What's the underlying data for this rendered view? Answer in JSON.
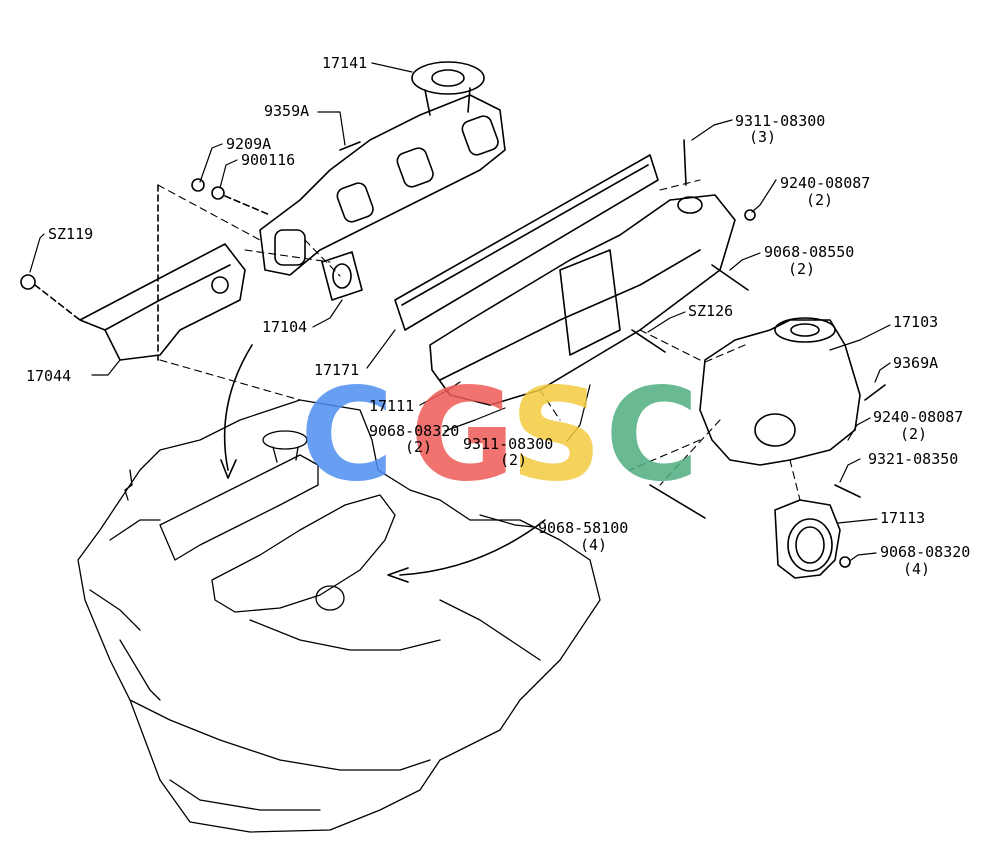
{
  "watermark": {
    "letters": [
      {
        "char": "C",
        "color": "#4f8ff0"
      },
      {
        "char": "G",
        "color": "#ee5b57"
      },
      {
        "char": "S",
        "color": "#f3cb3f"
      },
      {
        "char": "C",
        "color": "#4fae80"
      }
    ]
  },
  "parts": [
    {
      "id": "17141",
      "label": "17141"
    },
    {
      "id": "9359A",
      "label": "9359A"
    },
    {
      "id": "9209A",
      "label": "9209A"
    },
    {
      "id": "900116",
      "label": "900116"
    },
    {
      "id": "SZ119",
      "label": "SZ119"
    },
    {
      "id": "17104",
      "label": "17104"
    },
    {
      "id": "17044",
      "label": "17044"
    },
    {
      "id": "17171",
      "label": "17171"
    },
    {
      "id": "17111",
      "label": "17111"
    },
    {
      "id": "9068-08320-a",
      "label": "9068-08320",
      "qty": "(2)"
    },
    {
      "id": "9311-08300-a",
      "label": "9311-08300",
      "qty": "(2)"
    },
    {
      "id": "9311-08300-b",
      "label": "9311-08300",
      "qty": "(3)"
    },
    {
      "id": "9240-08087-a",
      "label": "9240-08087",
      "qty": "(2)"
    },
    {
      "id": "9068-08550",
      "label": "9068-08550",
      "qty": "(2)"
    },
    {
      "id": "SZ126",
      "label": "SZ126"
    },
    {
      "id": "17103",
      "label": "17103"
    },
    {
      "id": "9369A",
      "label": "9369A"
    },
    {
      "id": "9240-08087-b",
      "label": "9240-08087",
      "qty": "(2)"
    },
    {
      "id": "9321-08350",
      "label": "9321-08350"
    },
    {
      "id": "17113",
      "label": "17113"
    },
    {
      "id": "9068-08320-b",
      "label": "9068-08320",
      "qty": "(4)"
    },
    {
      "id": "9068-58100",
      "label": "9068-58100",
      "qty": "(4)"
    }
  ]
}
